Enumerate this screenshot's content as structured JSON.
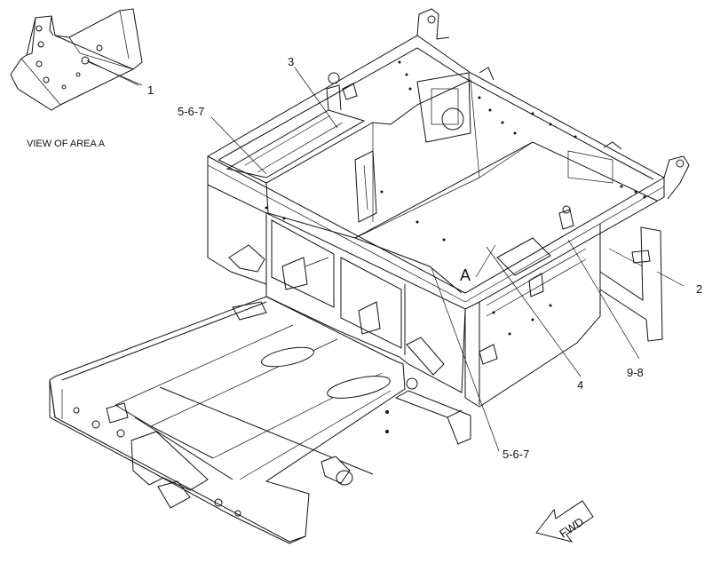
{
  "view_caption": "VIEW OF AREA  A",
  "area_marker": "A",
  "fwd_label": "FWD",
  "callouts": {
    "c1": "1",
    "c2": "2",
    "c3": "3",
    "c4": "4",
    "c567_top": "5-6-7",
    "c567_bottom": "5-6-7",
    "c98": "9-8"
  }
}
